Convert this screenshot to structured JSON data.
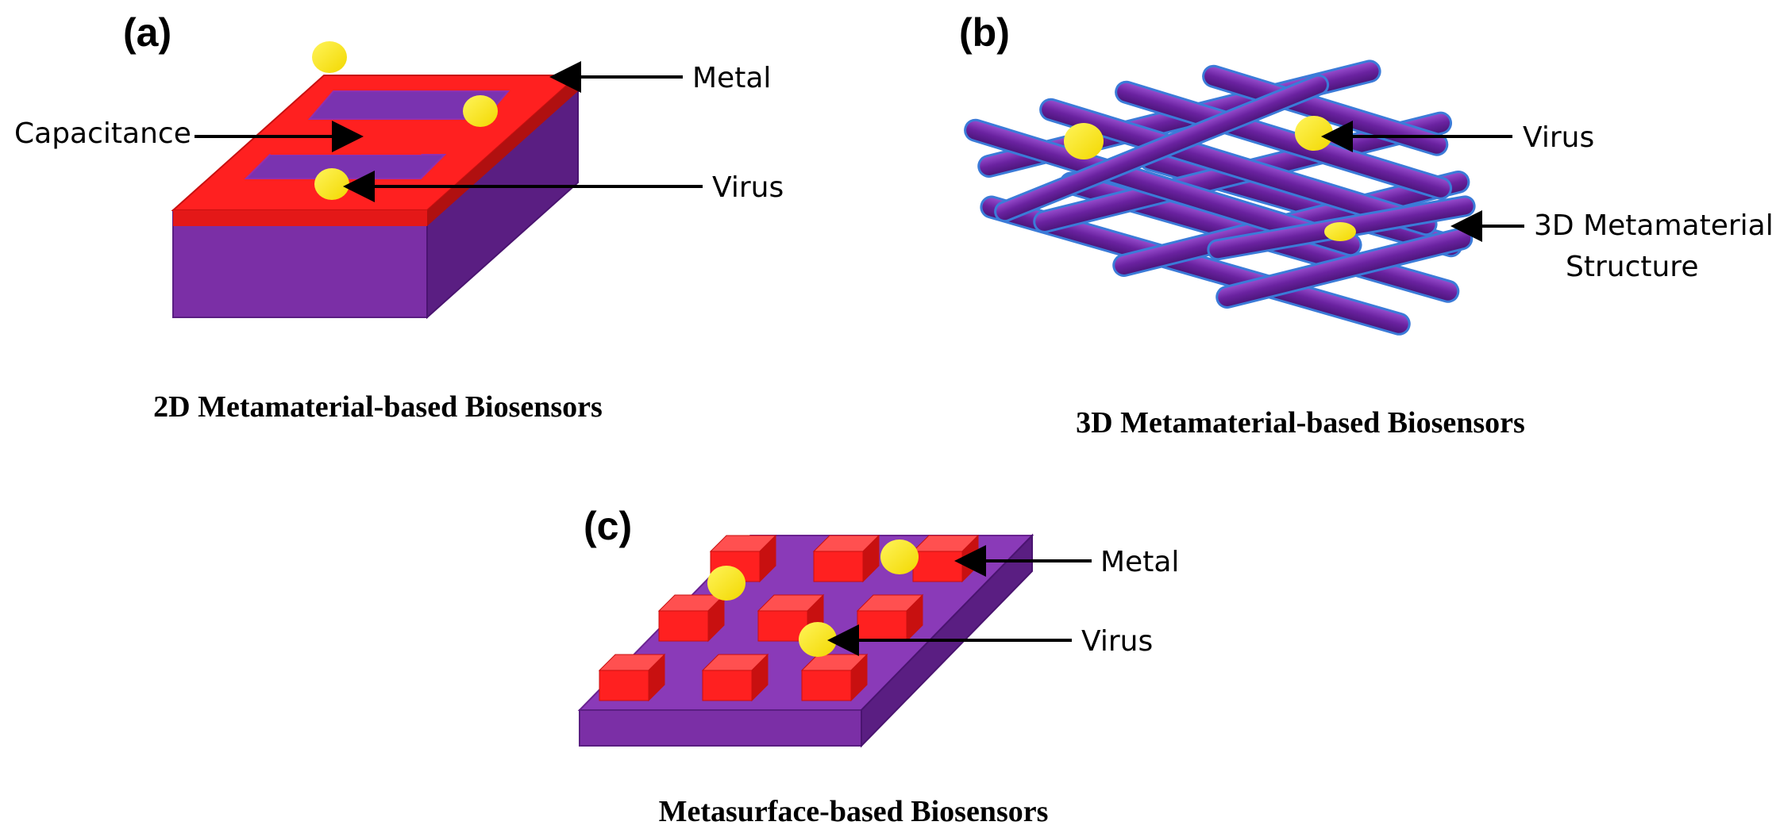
{
  "panel_a": {
    "letter": "(a)",
    "labels": {
      "metal": "Metal",
      "capacitance": "Capacitance",
      "virus": "Virus"
    },
    "caption": "2D Metamaterial-based Biosensors"
  },
  "panel_b": {
    "letter": "(b)",
    "labels": {
      "virus": "Virus",
      "structure_line1": "3D Metamaterial",
      "structure_line2": "Structure"
    },
    "caption": "3D Metamaterial-based Biosensors"
  },
  "panel_c": {
    "letter": "(c)",
    "labels": {
      "metal": "Metal",
      "virus": "Virus"
    },
    "caption": "Metasurface-based Biosensors"
  },
  "colors": {
    "substrate": "#7B2FA6",
    "substrate_dark": "#5A1E82",
    "metal": "#FF2020",
    "metal_dark": "#C81010",
    "virus": "#FFEE00",
    "rod_edge": "#3B7BD8"
  }
}
